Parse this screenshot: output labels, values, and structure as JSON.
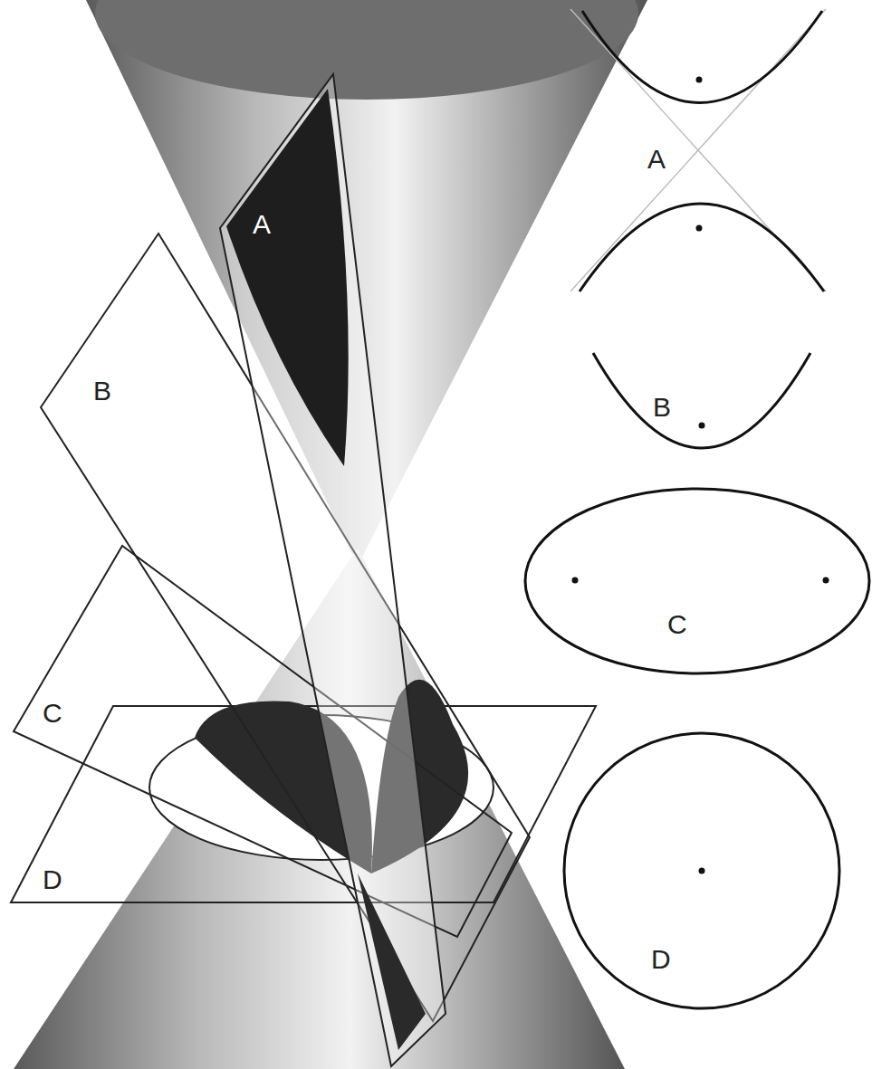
{
  "diagram": {
    "labels": [
      "A",
      "B",
      "C",
      "D",
      "A",
      "B",
      "C",
      "D"
    ]
  }
}
